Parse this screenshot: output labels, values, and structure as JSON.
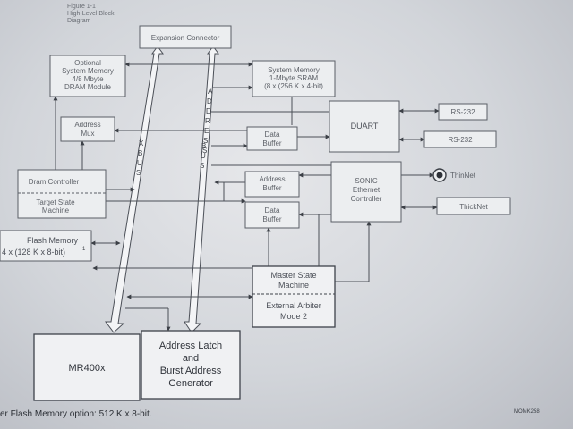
{
  "figure": {
    "caption_line1": "Figure 1-1",
    "caption_line2": "High-Level Block",
    "caption_line3": "Diagram"
  },
  "blocks": {
    "expansion_connector": "Expansion Connector",
    "optional_memory": [
      "Optional",
      "System Memory",
      "4/8 Mbyte",
      "DRAM Module"
    ],
    "system_memory": [
      "System Memory",
      "1-Mbyte SRAM",
      "(8 x (256 K x 4-bit)"
    ],
    "address_mux": [
      "Address",
      "Mux"
    ],
    "data_buffer_top": [
      "Data",
      "Buffer"
    ],
    "duart": "DUART",
    "rs232_1": "RS-232",
    "rs232_2": "RS-232",
    "dram_controller": "Dram Controller",
    "target_state_machine": [
      "Target State",
      "Machine"
    ],
    "address_buffer": [
      "Address",
      "Buffer"
    ],
    "data_buffer_mid": [
      "Data",
      "Buffer"
    ],
    "sonic": [
      "SONIC",
      "Ethernet",
      "Controller"
    ],
    "thinnet": "ThinNet",
    "thicknet": "ThickNet",
    "flash_memory": [
      "Flash Memory",
      "4 x (128 K x 8-bit)"
    ],
    "flash_footnote_mark": "1",
    "master_state_machine": [
      "Master State",
      "Machine"
    ],
    "external_arbiter": [
      "External Arbiter",
      "Mode 2"
    ],
    "mr400x": "MR400x",
    "address_latch": [
      "Address Latch",
      "and",
      "Burst Address",
      "Generator"
    ]
  },
  "bus_labels": {
    "xbus": [
      "X",
      "B",
      "U",
      "S"
    ],
    "address_bus": [
      "A",
      "D",
      "D",
      "R",
      "E",
      "S",
      "S"
    ],
    "bbus": [
      "B",
      "U",
      "S"
    ]
  },
  "footnote": "er Flash Memory option: 512 K x 8-bit.",
  "doc_code": "MOMK258"
}
